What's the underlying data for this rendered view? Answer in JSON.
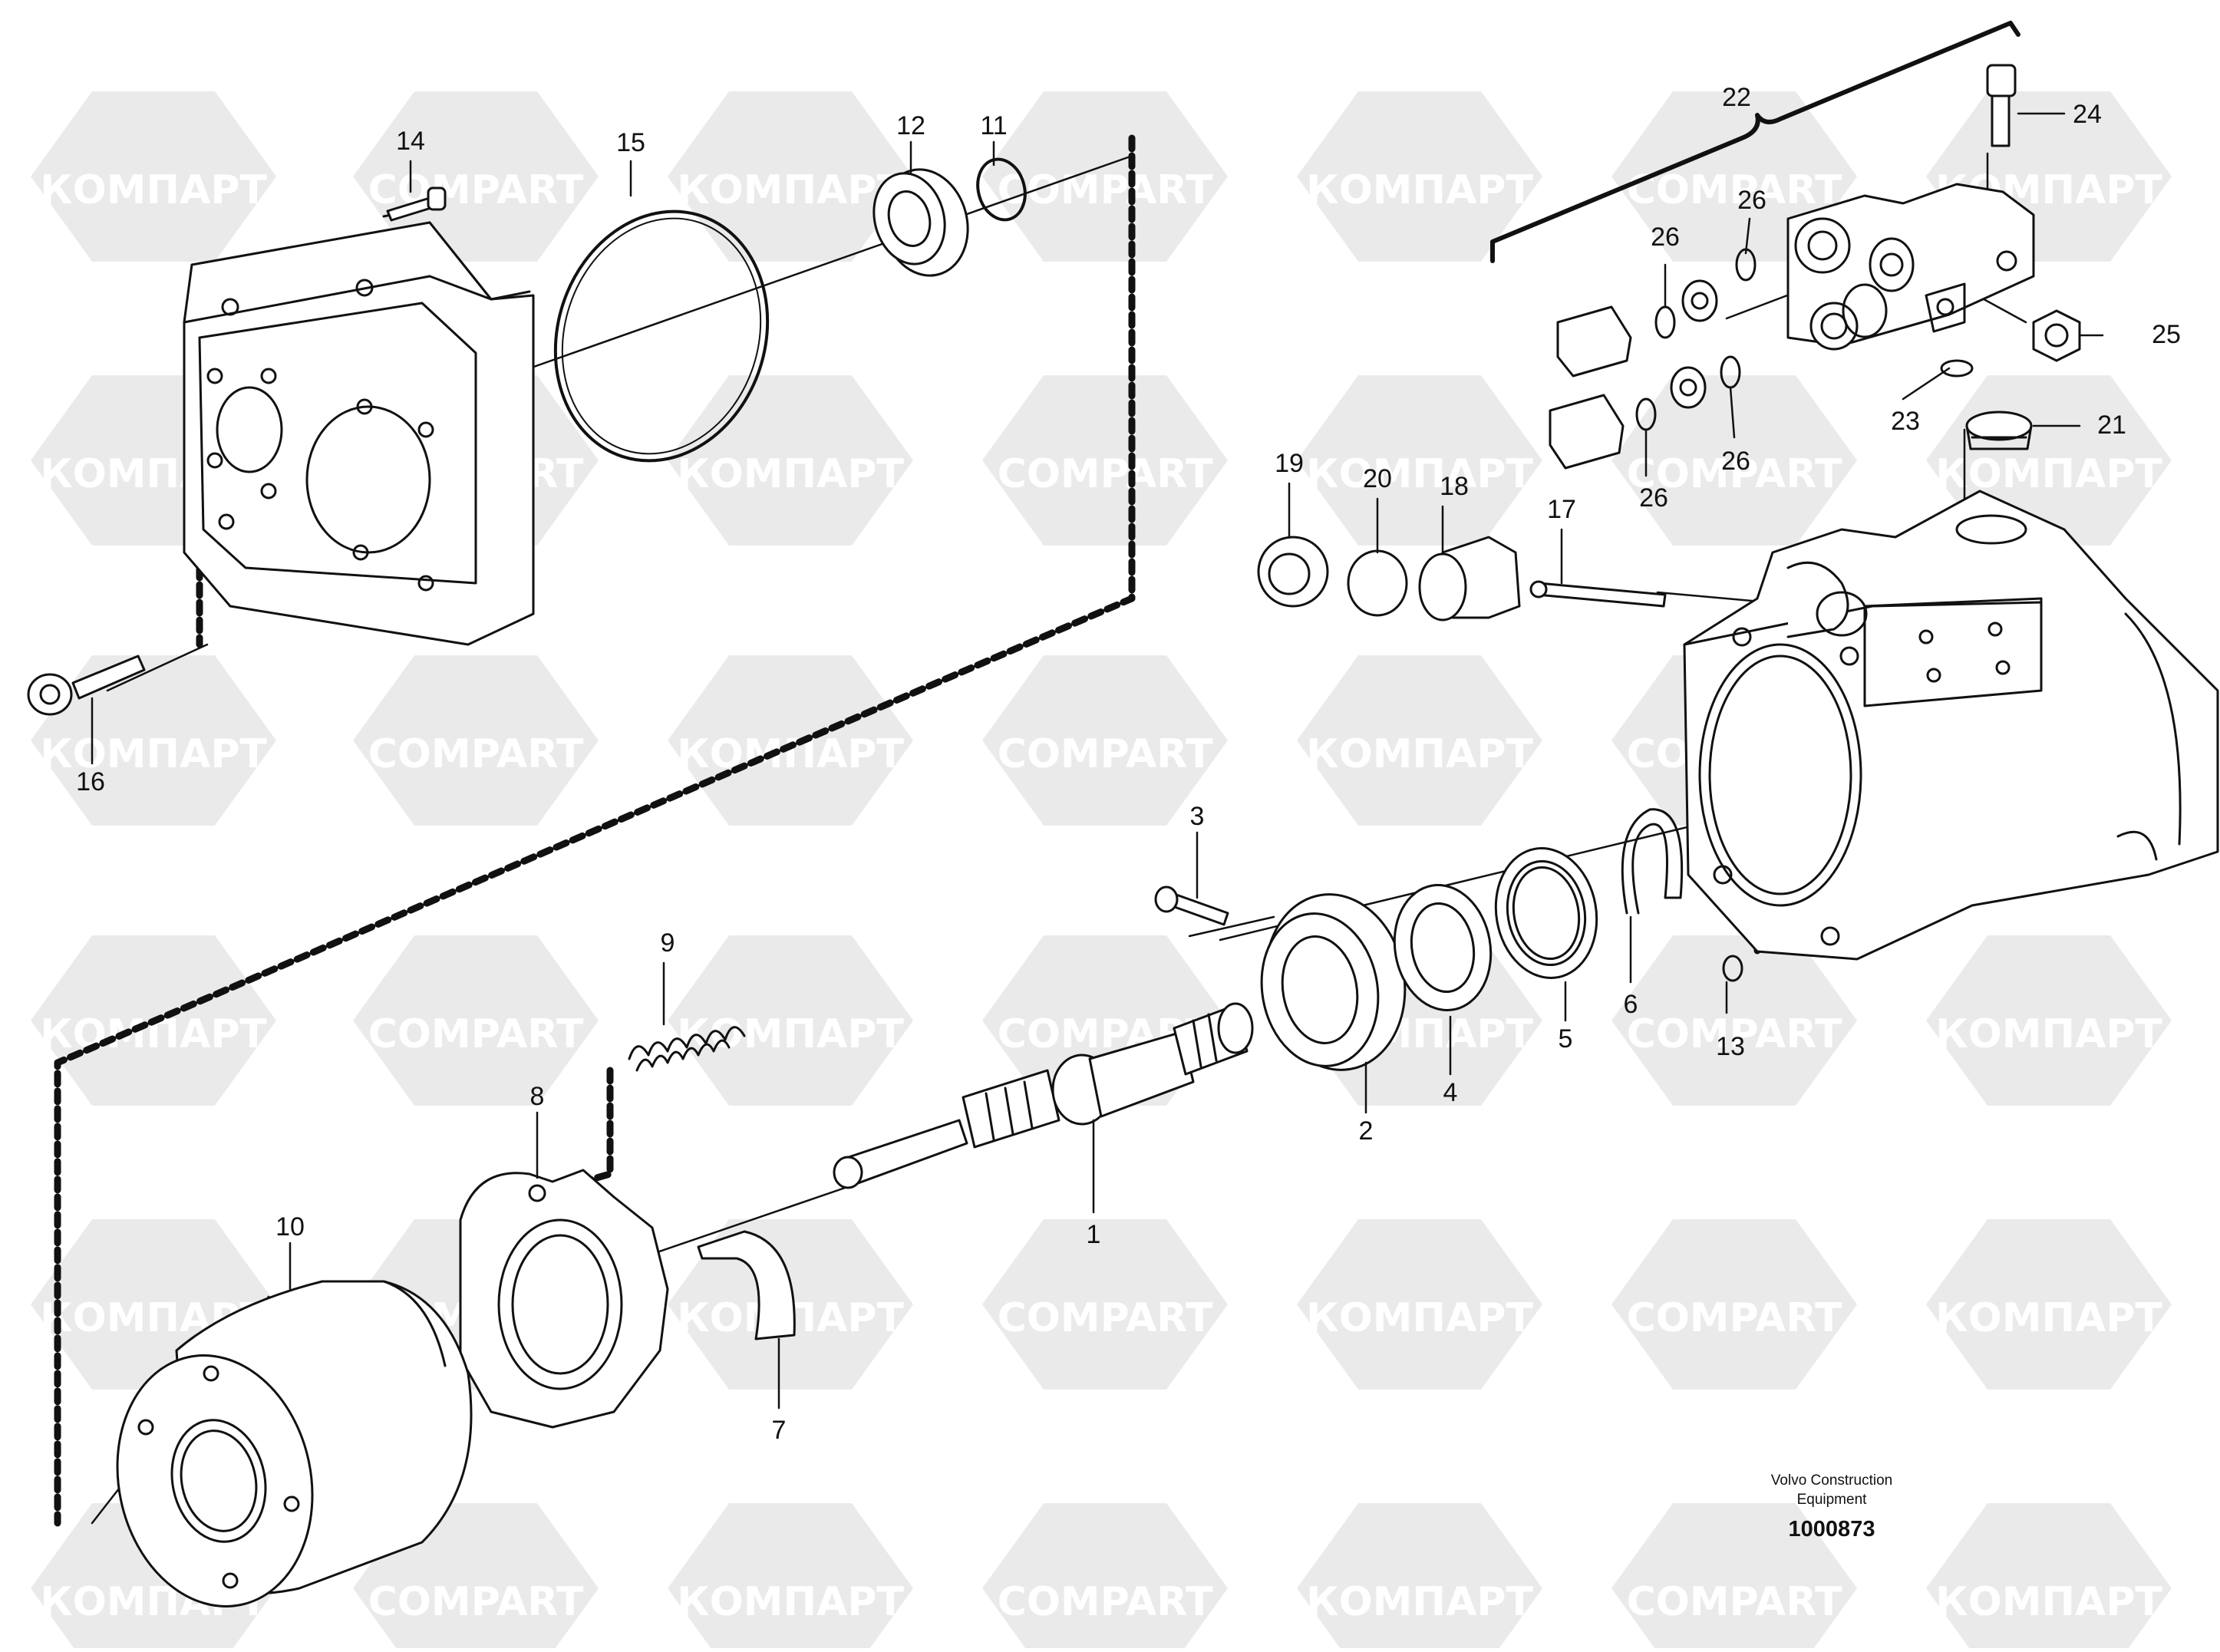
{
  "watermark": {
    "text_latin": "COMPART",
    "text_cyrillic": "КОМПАРТ",
    "color": "#d9d9d9"
  },
  "callouts": {
    "c1": "1",
    "c2": "2",
    "c3": "3",
    "c4": "4",
    "c5": "5",
    "c6": "6",
    "c7": "7",
    "c8": "8",
    "c9": "9",
    "c10": "10",
    "c11": "11",
    "c12": "12",
    "c13": "13",
    "c14": "14",
    "c15": "15",
    "c16": "16",
    "c17": "17",
    "c18": "18",
    "c19": "19",
    "c20": "20",
    "c21": "21",
    "c22": "22",
    "c23": "23",
    "c24": "24",
    "c25": "25",
    "c26a": "26",
    "c26b": "26",
    "c26c": "26",
    "c26d": "26"
  },
  "footer": {
    "brand_line1": "Volvo Construction",
    "brand_line2": "Equipment",
    "drawing_number": "1000873"
  },
  "colors": {
    "line": "#111111",
    "watermark": "#d9d9d9"
  }
}
